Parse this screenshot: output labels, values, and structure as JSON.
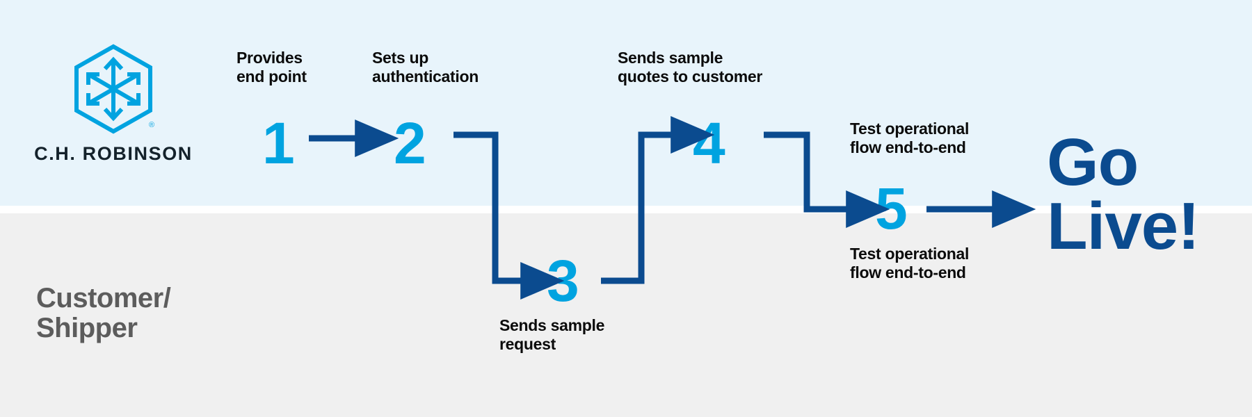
{
  "diagram": {
    "title_text": "C.H. Robinson onboarding flow",
    "lanes": [
      {
        "id": "provider",
        "label": "",
        "background": "#e8f4fb"
      },
      {
        "id": "customer",
        "label": "Customer/\nShipper",
        "background": "#f0f0f0"
      }
    ],
    "colors": {
      "lane_top_bg": "#e8f4fb",
      "lane_bottom_bg": "#f0f0f0",
      "gap": "#ffffff",
      "number_blue": "#00a3e0",
      "connector_blue": "#0b4b8f",
      "caption_black": "#0b0b0b",
      "lane_label_gray": "#5c5c5c",
      "logo_blue": "#00a3e0",
      "logo_word_dark": "#14222b"
    }
  },
  "brand": {
    "logo_icon": "ch-robinson-hexagon-icon",
    "wordmark": "C.H. ROBINSON",
    "registered_mark": "®"
  },
  "steps": [
    {
      "number": "1",
      "caption": "Provides\nend point",
      "lane": "provider"
    },
    {
      "number": "2",
      "caption": "Sets up\nauthentication",
      "lane": "provider"
    },
    {
      "number": "3",
      "caption": "Sends sample\nrequest",
      "lane": "customer"
    },
    {
      "number": "4",
      "caption": "Sends sample\nquotes to customer",
      "lane": "provider"
    },
    {
      "number": "5",
      "caption_top": "Test operational\nflow end-to-end",
      "caption_bottom": "Test operational\nflow end-to-end",
      "lane": "both"
    }
  ],
  "outcome": {
    "label": "Go\nLive!"
  },
  "connectors": [
    {
      "from": "1",
      "to": "2",
      "kind": "straight-arrow-right"
    },
    {
      "from": "2",
      "to": "3",
      "kind": "elbow-down-right-arrow"
    },
    {
      "from": "3",
      "to": "4",
      "kind": "elbow-right-up-arrow"
    },
    {
      "from": "4",
      "to": "5",
      "kind": "elbow-right-down-arrow"
    },
    {
      "from": "5",
      "to": "go-live",
      "kind": "straight-arrow-right"
    }
  ]
}
